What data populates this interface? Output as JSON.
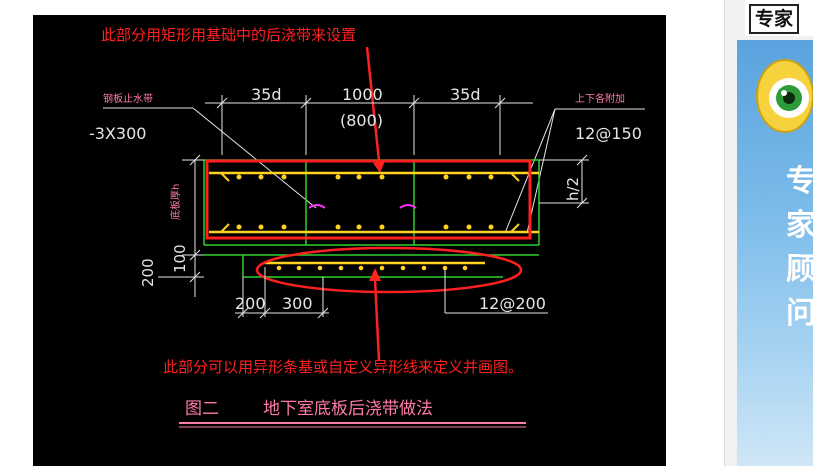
{
  "diagram": {
    "top_annotation": "此部分用矩形用基础中的后浇带来设置",
    "bottom_annotation": "此部分可以用异形条基或自定义异形线来定义并画图。",
    "figure_number": "图二",
    "figure_title": "地下室底板后浇带做法",
    "waterstop_label": "钢板止水带",
    "waterstop_spec": "-3X300",
    "dim_left": "35d",
    "dim_center": "1000",
    "dim_center_alt": "(800)",
    "dim_right": "35d",
    "added_rebar_label": "上下各附加",
    "added_rebar_spec": "12@150",
    "half_height": "h/2",
    "slab_thickness_label": "底板厚h",
    "dim_100": "100",
    "dim_200_vertical": "200",
    "dim_200_bottom": "200",
    "dim_300": "300",
    "bottom_rebar_spec": "12@200"
  },
  "colors": {
    "cad_background": "#000000",
    "annotation_red": "#ff2020",
    "rebar_yellow": "#ffd21e",
    "outline_green": "#2fd02f",
    "dimension_white": "#e6e6e6",
    "label_pink": "#ff7aa8",
    "waterstop_magenta": "#ff30ff"
  },
  "side_panel": {
    "title": "专家",
    "banner_chars": [
      "专",
      "家",
      "顾",
      "问"
    ]
  }
}
